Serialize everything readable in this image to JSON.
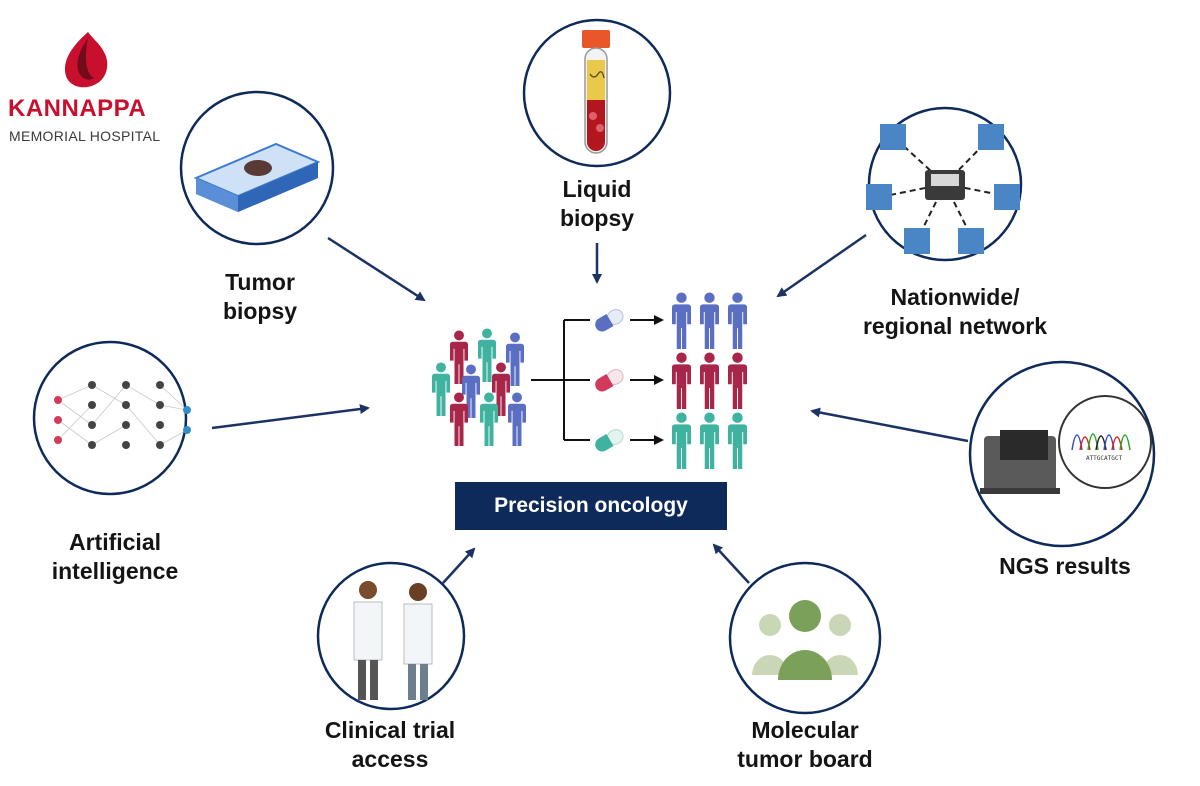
{
  "logo": {
    "name": "KANNAPPA",
    "subtitle": "MEMORIAL HOSPITAL"
  },
  "center": {
    "label": "Precision oncology"
  },
  "nodes": {
    "liquid_biopsy": [
      "Liquid",
      "biopsy"
    ],
    "tumor_biopsy": [
      "Tumor",
      "biopsy"
    ],
    "network": [
      "Nationwide/",
      "regional network"
    ],
    "ai": [
      "Artificial",
      "intelligence"
    ],
    "ngs": [
      "NGS results"
    ],
    "clinical_trial": [
      "Clinical trial",
      "access"
    ],
    "tumor_board": [
      "Molecular",
      "tumor board"
    ]
  },
  "ngs_sequence": "ATTGCATGCT",
  "colors": {
    "navy": "#0e2a5a",
    "arrow": "#1b3263",
    "crimson": "#a8264a",
    "teal": "#3fb3a0",
    "blue": "#5b6fc2",
    "logo_red": "#c8102e",
    "board_green": "#7aa05a"
  },
  "icons": [
    "hospital-logo-icon",
    "tumor-slide-icon",
    "blood-tube-icon",
    "hospital-network-icon",
    "neural-network-icon",
    "sequencer-icon",
    "doctors-icon",
    "group-icon",
    "patient-group-icon",
    "pill-icon",
    "person-icon"
  ]
}
